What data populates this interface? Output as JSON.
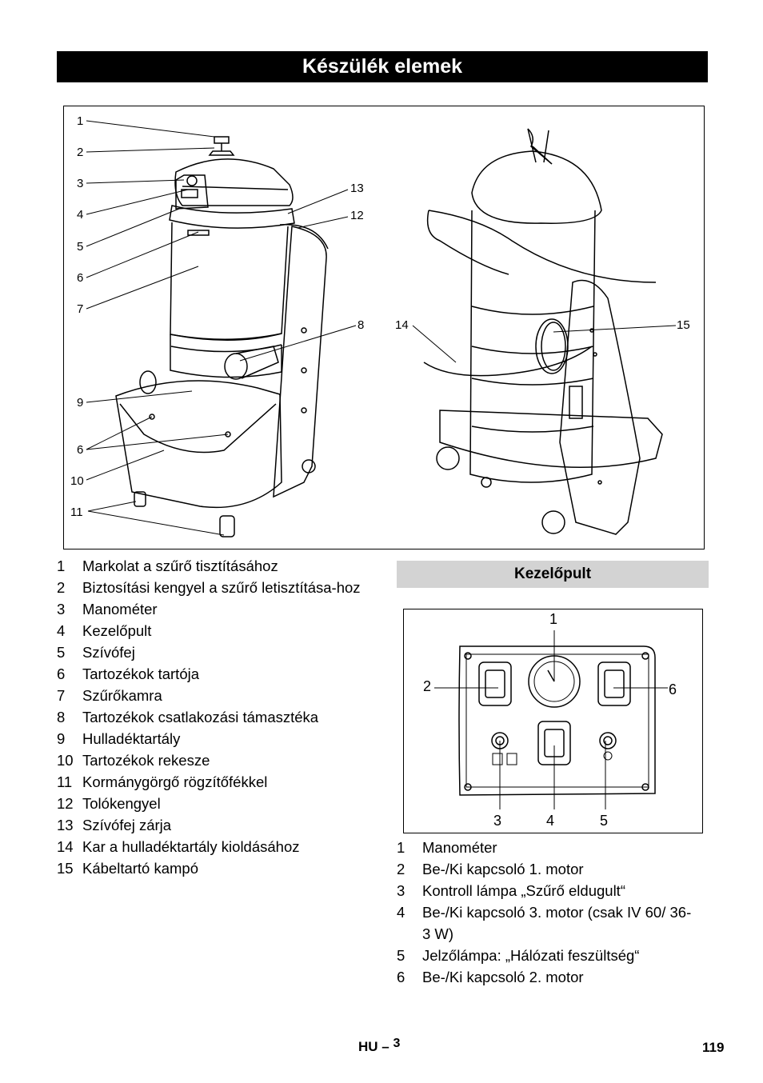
{
  "header": {
    "title": "Készülék elemek"
  },
  "figure_main": {
    "callouts": [
      "1",
      "2",
      "3",
      "4",
      "5",
      "6",
      "7",
      "9",
      "6",
      "10",
      "11",
      "13",
      "12",
      "8",
      "14",
      "15"
    ]
  },
  "parts_list": [
    {
      "num": "1",
      "text": "Markolat a szűrő tisztításához"
    },
    {
      "num": "2",
      "text": "Biztosítási kengyel a szűrő letisztítása-hoz"
    },
    {
      "num": "3",
      "text": "Manométer"
    },
    {
      "num": "4",
      "text": "Kezelőpult"
    },
    {
      "num": "5",
      "text": "Szívófej"
    },
    {
      "num": "6",
      "text": "Tartozékok tartója"
    },
    {
      "num": "7",
      "text": "Szűrőkamra"
    },
    {
      "num": "8",
      "text": "Tartozékok csatlakozási támasztéka"
    },
    {
      "num": "9",
      "text": "Hulladéktartály"
    },
    {
      "num": "10",
      "text": "Tartozékok rekesze"
    },
    {
      "num": "11",
      "text": "Kormánygörgő rögzítőfékkel"
    },
    {
      "num": "12",
      "text": "Tolókengyel"
    },
    {
      "num": "13",
      "text": "Szívófej zárja"
    },
    {
      "num": "14",
      "text": "Kar a hulladéktartály kioldásához"
    },
    {
      "num": "15",
      "text": "Kábeltartó kampó"
    }
  ],
  "panel_section": {
    "title": "Kezelőpult"
  },
  "figure_panel": {
    "callouts": [
      "1",
      "2",
      "6",
      "3",
      "4",
      "5"
    ]
  },
  "panel_list": [
    {
      "num": "1",
      "text": "Manométer"
    },
    {
      "num": "2",
      "text": "Be-/Ki kapcsoló 1. motor"
    },
    {
      "num": "3",
      "text": "Kontroll lámpa „Szűrő eldugult“"
    },
    {
      "num": "4",
      "text": "Be-/Ki kapcsoló 3. motor (csak IV 60/ 36-3 W)"
    },
    {
      "num": "5",
      "text": "Jelzőlámpa: „Hálózati feszültség“"
    },
    {
      "num": "6",
      "text": "Be-/Ki kapcsoló 2. motor"
    }
  ],
  "footer": {
    "lang": "HU",
    "dash": "–",
    "section_page": "3",
    "page_number": "119"
  }
}
